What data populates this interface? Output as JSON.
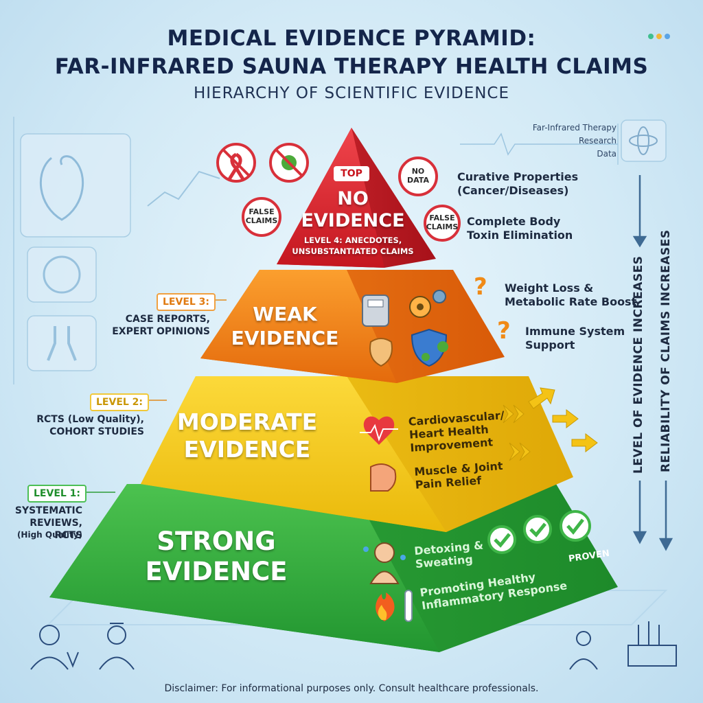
{
  "title": {
    "line1": "MEDICAL EVIDENCE PYRAMID:",
    "line2": "FAR-INFRARED SAUNA THERAPY HEALTH CLAIMS",
    "subtitle": "HIERARCHY OF SCIENTIFIC EVIDENCE"
  },
  "research_box": {
    "line1": "Far-Infrared Therapy",
    "line2": "Research",
    "line3": "Data"
  },
  "pyramid": {
    "top": {
      "tag": "TOP",
      "heading_line1": "NO",
      "heading_line2": "EVIDENCE",
      "level_line1": "LEVEL 4: ANECDOTES,",
      "level_line2": "UNSUBSTANTIATED CLAIMS",
      "color": "#d9232e",
      "badges": [
        "NO DATA",
        "FALSE CLAIMS",
        "FALSE CLAIMS"
      ],
      "claims": [
        "Curative Properties (Cancer/Diseases)",
        "Complete Body Toxin Elimination"
      ]
    },
    "weak": {
      "heading_line1": "WEAK",
      "heading_line2": "EVIDENCE",
      "level_tag": "LEVEL 3:",
      "level_desc_line1": "CASE REPORTS,",
      "level_desc_line2": "EXPERT OPINIONS",
      "color": "#f07a14",
      "claims": [
        "Weight Loss & Metabolic Rate Boost",
        "Immune System Support"
      ]
    },
    "moderate": {
      "heading_line1": "MODERATE",
      "heading_line2": "EVIDENCE",
      "level_tag": "LEVEL 2:",
      "level_desc_line1": "RCTS (Low Quality),",
      "level_desc_line2": "COHORT STUDIES",
      "color": "#f2c10f",
      "claims": [
        "Cardiovascular/ Heart Health Improvement",
        "Muscle & Joint Pain Relief"
      ]
    },
    "strong": {
      "heading_line1": "STRONG",
      "heading_line2": "EVIDENCE",
      "level_tag": "LEVEL 1:",
      "level_desc_line1": "SYSTEMATIC",
      "level_desc_line2": "REVIEWS, RCTS",
      "level_desc_line3": "(High Quality)",
      "color": "#2ea93a",
      "claims": [
        "Detoxing & Sweating",
        "Promoting Healthy Inflammatory Response"
      ],
      "proven": "PROVEN"
    }
  },
  "side_labels": {
    "left": "LEVEL OF EVIDENCE INCREASES",
    "right": "RELIABILITY OF CLAIMS INCREASES"
  },
  "disclaimer": "Disclaimer: For informational purposes only. Consult healthcare professionals."
}
